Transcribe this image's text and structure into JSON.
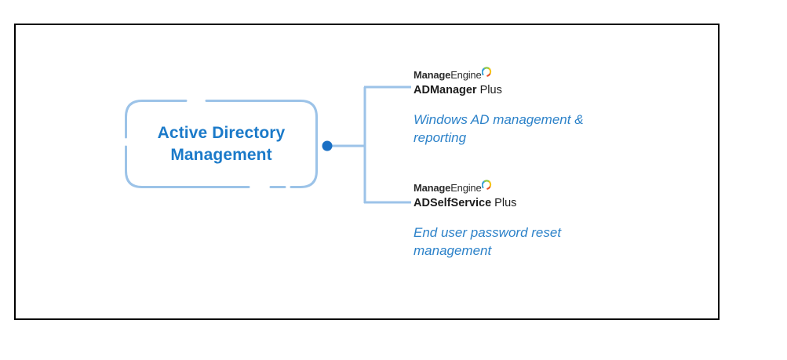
{
  "diagram": {
    "title": "Active Directory Management",
    "root_node": {
      "line1": "Active Directory",
      "line2": "Management"
    },
    "colors": {
      "node_text": "#1b7ac9",
      "node_border": "#9cc3e8",
      "connector": "#9cc3e8",
      "junction_dot": "#1a6fc4",
      "description_text": "#2c82c9",
      "brand_text": "#2b2b2b",
      "frame_border": "#000000",
      "background": "#ffffff",
      "swirl_blue": "#3aa0d6",
      "swirl_green": "#8cc63f",
      "swirl_yellow": "#f5c518",
      "swirl_red": "#e8502a"
    },
    "branches": [
      {
        "brand_bold": "Manage",
        "brand_regular": "Engine",
        "logo_icon": "manageengine-swirl-icon",
        "product_bold": "ADManager",
        "product_regular": "Plus",
        "description": "Windows AD management & reporting"
      },
      {
        "brand_bold": "Manage",
        "brand_regular": "Engine",
        "logo_icon": "manageengine-swirl-icon",
        "product_bold": "ADSelfService",
        "product_regular": "Plus",
        "description": "End user password reset management"
      }
    ]
  }
}
